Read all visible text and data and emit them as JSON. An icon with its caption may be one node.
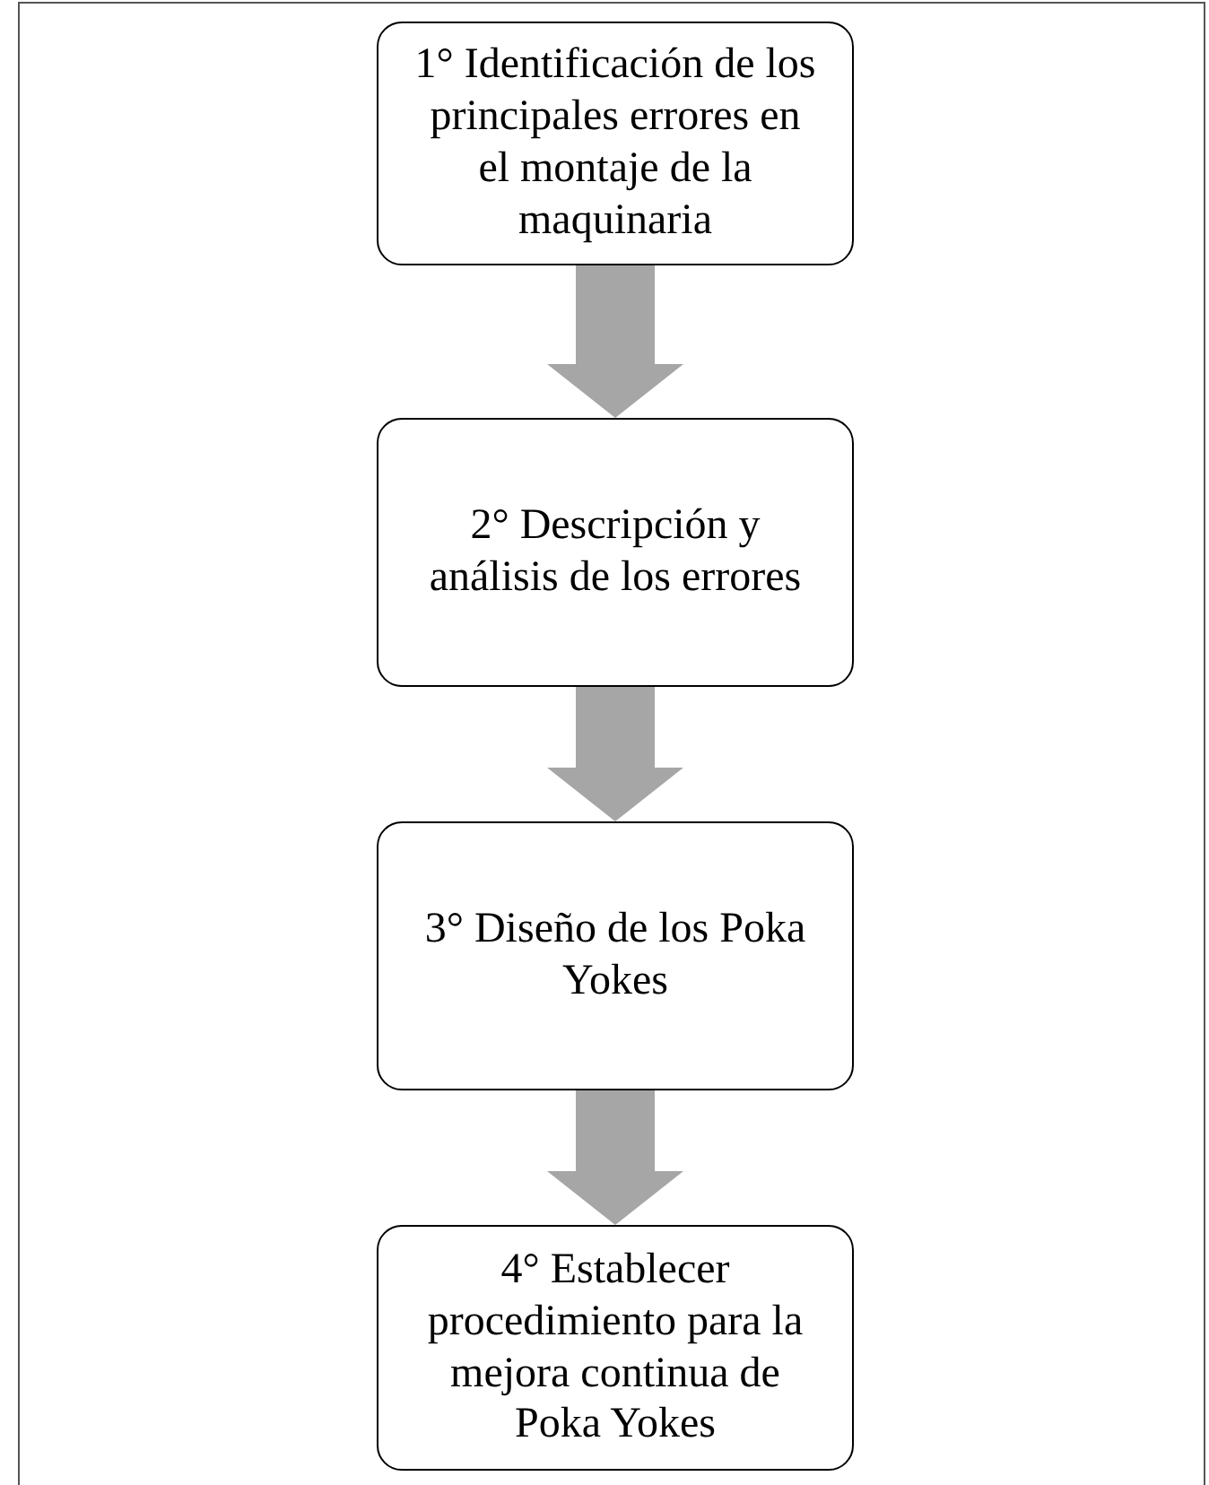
{
  "diagram": {
    "nodes": [
      {
        "text": [
          "1° Identificación de los principales errores en el montaje de la maquinaria"
        ]
      },
      {
        "text": [
          "2° Descripción y análisis de los errores"
        ]
      },
      {
        "text": [
          "3° Diseño de los Poka Yokes"
        ]
      },
      {
        "text": [
          "4° Establecer procedimiento para la mejora continua de Poka Yokes"
        ]
      }
    ],
    "edges": [
      {
        "from": 0,
        "to": 1,
        "arrow": "to"
      },
      {
        "from": 1,
        "to": 2,
        "arrow": "to"
      },
      {
        "from": 2,
        "to": 3,
        "arrow": "to"
      }
    ]
  }
}
